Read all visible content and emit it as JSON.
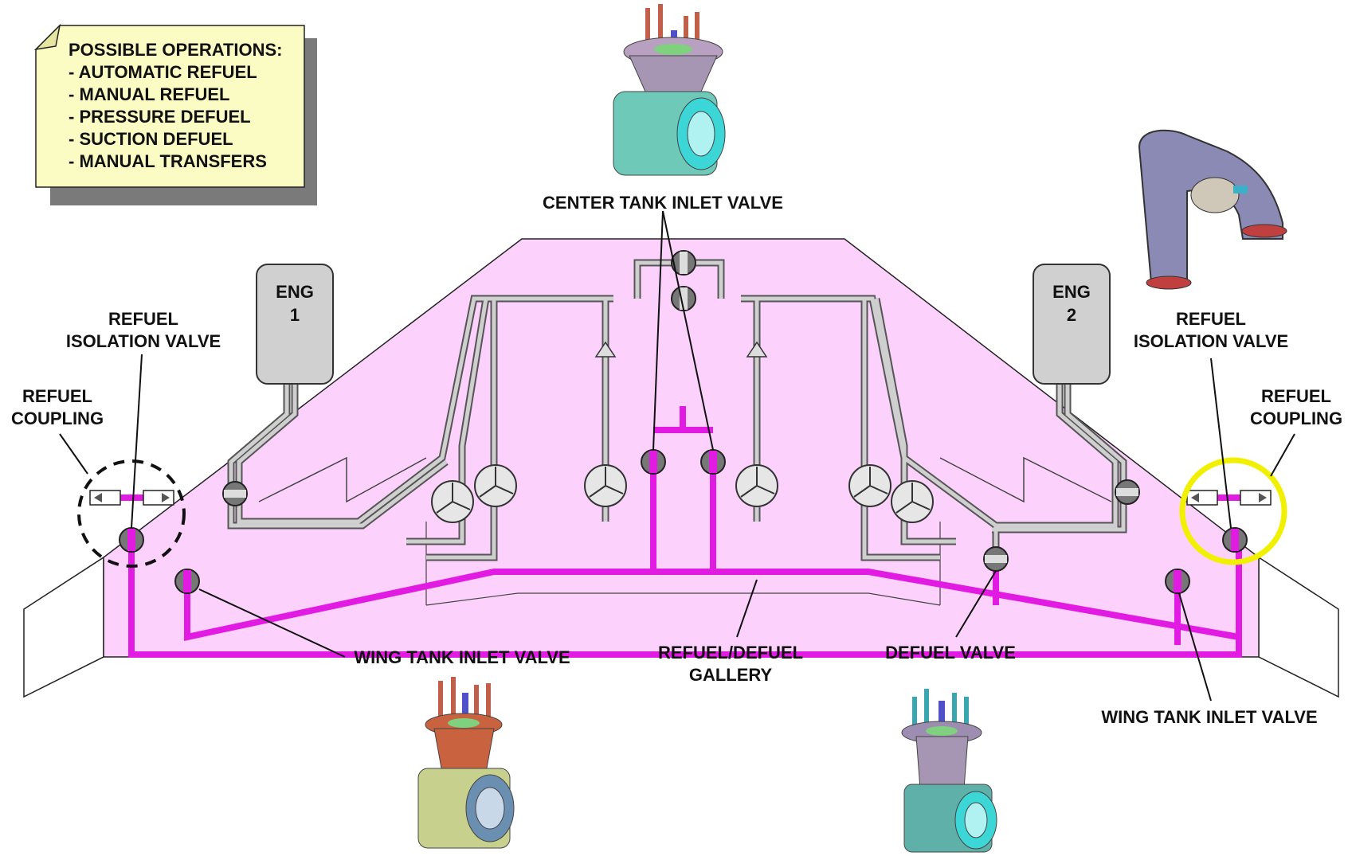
{
  "operations_note": {
    "title": "POSSIBLE OPERATIONS:",
    "items": [
      "- AUTOMATIC REFUEL",
      "- MANUAL REFUEL",
      "- PRESSURE DEFUEL",
      "- SUCTION DEFUEL",
      "- MANUAL TRANSFERS"
    ]
  },
  "engines": {
    "left": {
      "line1": "ENG",
      "line2": "1"
    },
    "right": {
      "line1": "ENG",
      "line2": "2"
    }
  },
  "labels": {
    "center_tank_inlet_valve": "CENTER TANK INLET VALVE",
    "refuel_isolation_valve_left": {
      "line1": "REFUEL",
      "line2": "ISOLATION VALVE"
    },
    "refuel_isolation_valve_right": {
      "line1": "REFUEL",
      "line2": "ISOLATION VALVE"
    },
    "refuel_coupling_left": {
      "line1": "REFUEL",
      "line2": "COUPLING"
    },
    "refuel_coupling_right": {
      "line1": "REFUEL",
      "line2": "COUPLING"
    },
    "wing_tank_inlet_valve_left": "WING TANK INLET VALVE",
    "wing_tank_inlet_valve_right": "WING TANK INLET VALVE",
    "refuel_defuel_gallery": {
      "line1": "REFUEL/DEFUEL",
      "line2": "GALLERY"
    },
    "defuel_valve": "DEFUEL VALVE"
  },
  "colors": {
    "tank_fill": "#fcd2fc",
    "gallery": "#e21be2",
    "pipe": "#bdbdbd",
    "engine": "#d0d0d0",
    "note": "#fbfbc4",
    "coupling_highlight": "#f0f000"
  }
}
